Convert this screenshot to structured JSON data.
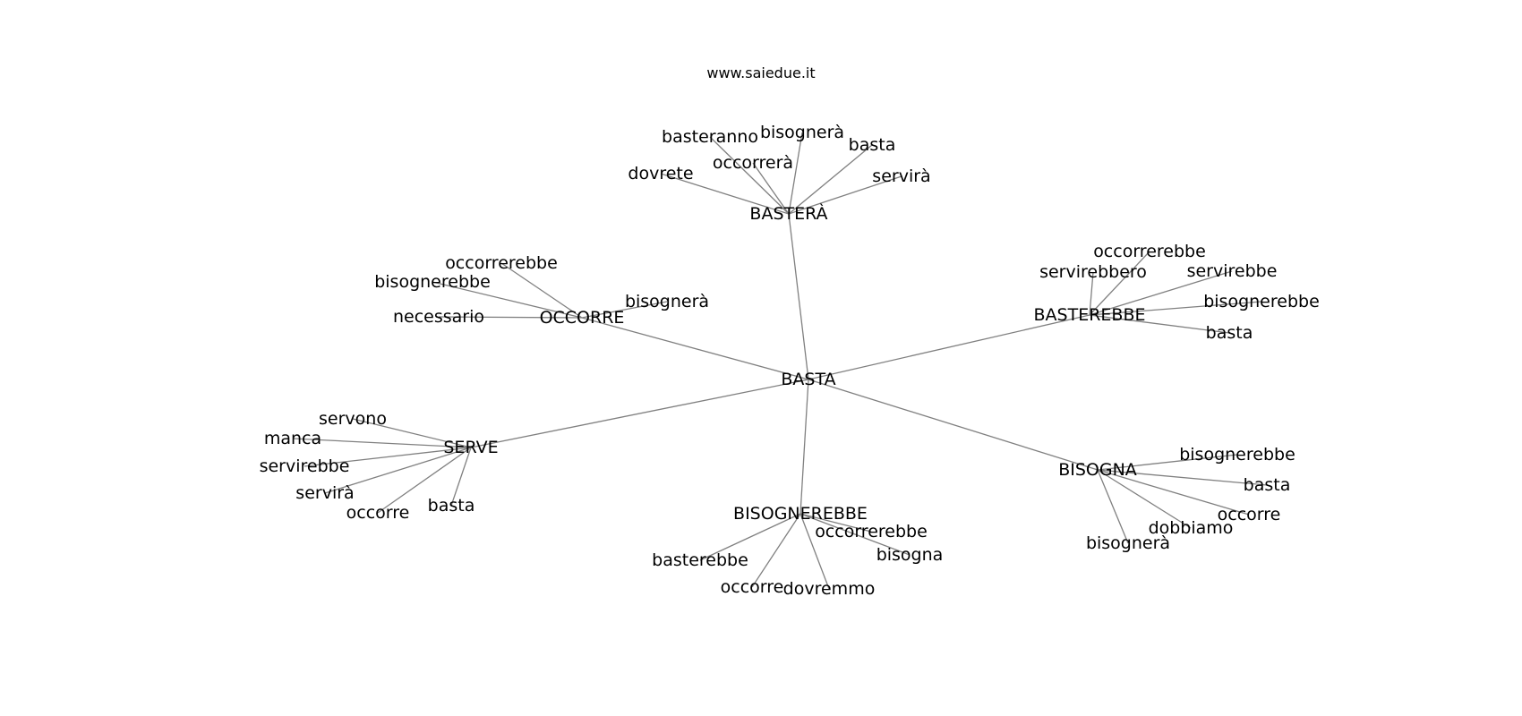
{
  "caption": "www.saiedue.it",
  "edge_color": "#808080",
  "text_color": "#000000",
  "nodes": [
    {
      "id": "BASTA",
      "label": "BASTA"
    },
    {
      "id": "BASTERA",
      "label": "BASTERÀ"
    },
    {
      "id": "OCCORRE",
      "label": "OCCORRE"
    },
    {
      "id": "BASTEREBBE",
      "label": "BASTEREBBE"
    },
    {
      "id": "SERVE",
      "label": "SERVE"
    },
    {
      "id": "BISOGNEREBBE",
      "label": "BISOGNEREBBE"
    },
    {
      "id": "BISOGNA",
      "label": "BISOGNA"
    },
    {
      "id": "bastera_basteranno",
      "label": "basteranno"
    },
    {
      "id": "bastera_bisognera",
      "label": "bisognerà"
    },
    {
      "id": "bastera_basta",
      "label": "basta"
    },
    {
      "id": "bastera_occorrera",
      "label": "occorrerà"
    },
    {
      "id": "bastera_dovrete",
      "label": "dovrete"
    },
    {
      "id": "bastera_servira",
      "label": "servirà"
    },
    {
      "id": "occorre_occorrerebbe",
      "label": "occorrerebbe"
    },
    {
      "id": "occorre_bisognerebbe",
      "label": "bisognerebbe"
    },
    {
      "id": "occorre_necessario",
      "label": "necessario"
    },
    {
      "id": "occorre_bisognera",
      "label": "bisognerà"
    },
    {
      "id": "basterebbe_occorrerebbe",
      "label": "occorrerebbe"
    },
    {
      "id": "basterebbe_servirebbero",
      "label": "servirebbero"
    },
    {
      "id": "basterebbe_servirebbe",
      "label": "servirebbe"
    },
    {
      "id": "basterebbe_bisognerebbe",
      "label": "bisognerebbe"
    },
    {
      "id": "basterebbe_basta",
      "label": "basta"
    },
    {
      "id": "serve_servono",
      "label": "servono"
    },
    {
      "id": "serve_manca",
      "label": "manca"
    },
    {
      "id": "serve_servirebbe",
      "label": "servirebbe"
    },
    {
      "id": "serve_servira",
      "label": "servirà"
    },
    {
      "id": "serve_occorre",
      "label": "occorre"
    },
    {
      "id": "serve_basta",
      "label": "basta"
    },
    {
      "id": "bisognerebbe_occorrerebbe",
      "label": "occorrerebbe"
    },
    {
      "id": "bisognerebbe_bisogna",
      "label": "bisogna"
    },
    {
      "id": "bisognerebbe_basterebbe",
      "label": "basterebbe"
    },
    {
      "id": "bisognerebbe_occorre",
      "label": "occorre"
    },
    {
      "id": "bisognerebbe_dovremmo",
      "label": "dovremmo"
    },
    {
      "id": "bisogna_bisognerebbe",
      "label": "bisognerebbe"
    },
    {
      "id": "bisogna_basta",
      "label": "basta"
    },
    {
      "id": "bisogna_occorre",
      "label": "occorre"
    },
    {
      "id": "bisogna_dobbiamo",
      "label": "dobbiamo"
    },
    {
      "id": "bisogna_bisognera",
      "label": "bisognerà"
    }
  ],
  "edges": [
    [
      "BASTA",
      "BASTERA"
    ],
    [
      "BASTA",
      "OCCORRE"
    ],
    [
      "BASTA",
      "BASTEREBBE"
    ],
    [
      "BASTA",
      "SERVE"
    ],
    [
      "BASTA",
      "BISOGNEREBBE"
    ],
    [
      "BASTA",
      "BISOGNA"
    ],
    [
      "BASTERA",
      "bastera_basteranno"
    ],
    [
      "BASTERA",
      "bastera_bisognera"
    ],
    [
      "BASTERA",
      "bastera_basta"
    ],
    [
      "BASTERA",
      "bastera_occorrera"
    ],
    [
      "BASTERA",
      "bastera_dovrete"
    ],
    [
      "BASTERA",
      "bastera_servira"
    ],
    [
      "OCCORRE",
      "occorre_occorrerebbe"
    ],
    [
      "OCCORRE",
      "occorre_bisognerebbe"
    ],
    [
      "OCCORRE",
      "occorre_necessario"
    ],
    [
      "OCCORRE",
      "occorre_bisognera"
    ],
    [
      "BASTEREBBE",
      "basterebbe_occorrerebbe"
    ],
    [
      "BASTEREBBE",
      "basterebbe_servirebbero"
    ],
    [
      "BASTEREBBE",
      "basterebbe_servirebbe"
    ],
    [
      "BASTEREBBE",
      "basterebbe_bisognerebbe"
    ],
    [
      "BASTEREBBE",
      "basterebbe_basta"
    ],
    [
      "SERVE",
      "serve_servono"
    ],
    [
      "SERVE",
      "serve_manca"
    ],
    [
      "SERVE",
      "serve_servirebbe"
    ],
    [
      "SERVE",
      "serve_servira"
    ],
    [
      "SERVE",
      "serve_occorre"
    ],
    [
      "SERVE",
      "serve_basta"
    ],
    [
      "BISOGNEREBBE",
      "bisognerebbe_occorrerebbe"
    ],
    [
      "BISOGNEREBBE",
      "bisognerebbe_bisogna"
    ],
    [
      "BISOGNEREBBE",
      "bisognerebbe_basterebbe"
    ],
    [
      "BISOGNEREBBE",
      "bisognerebbe_occorre"
    ],
    [
      "BISOGNEREBBE",
      "bisognerebbe_dovremmo"
    ],
    [
      "BISOGNA",
      "bisogna_bisognerebbe"
    ],
    [
      "BISOGNA",
      "bisogna_basta"
    ],
    [
      "BISOGNA",
      "bisogna_occorre"
    ],
    [
      "BISOGNA",
      "bisogna_dobbiamo"
    ],
    [
      "BISOGNA",
      "bisogna_bisognera"
    ]
  ]
}
